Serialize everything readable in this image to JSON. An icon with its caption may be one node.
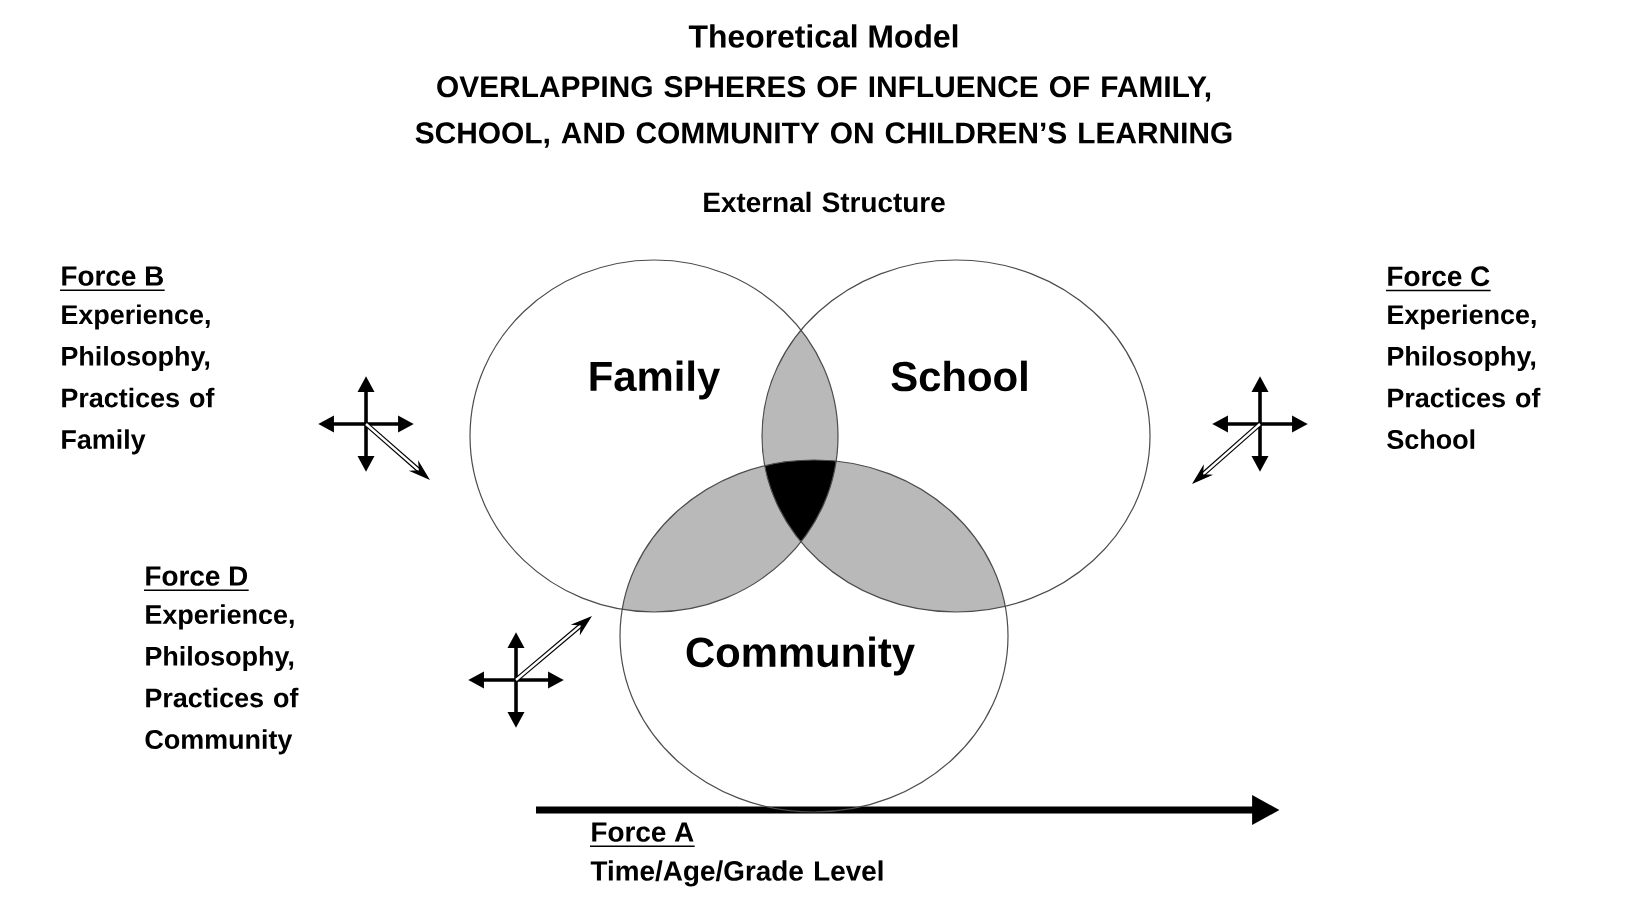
{
  "diagram": {
    "title": "Theoretical Model",
    "nodes": [
      {
        "text": [
          "Family"
        ]
      },
      {
        "text": [
          "School"
        ]
      },
      {
        "text": [
          "Community"
        ]
      }
    ],
    "labels": [
      "OVERLAPPING SPHERES OF INFLUENCE OF FAMILY, SCHOOL, AND COMMUNITY ON CHILDREN’S LEARNING",
      "External Structure",
      "Force B",
      "Experience, Philosophy, Practices of Family",
      "Force C",
      "Experience, Philosophy, Practices of School",
      "Force D",
      "Experience, Philosophy, Practices of Community",
      "Force A",
      "Time/Age/Grade Level"
    ]
  }
}
